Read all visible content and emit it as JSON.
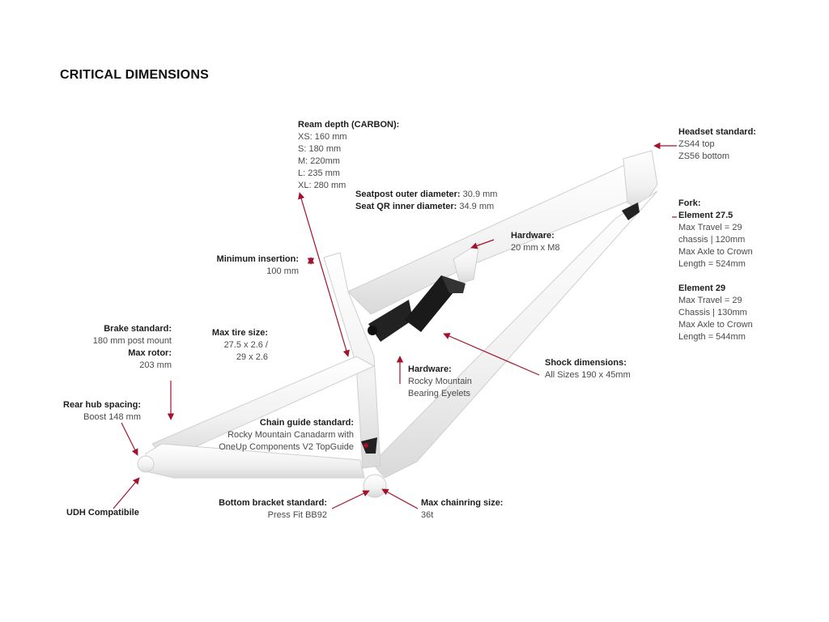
{
  "title": "CRITICAL DIMENSIONS",
  "accent_color": "#a3122a",
  "annotations": {
    "ream_depth": {
      "heading": "Ream depth (CARBON):",
      "lines": [
        "XS:  160 mm",
        "S: 180 mm",
        "M: 220mm",
        "L: 235 mm",
        "XL: 280 mm"
      ]
    },
    "seatpost": {
      "line1_label": "Seatpost outer diameter:",
      "line1_value": " 30.9 mm",
      "line2_label": "Seat QR inner diameter:",
      "line2_value": " 34.9 mm"
    },
    "headset": {
      "heading": "Headset standard:",
      "lines": [
        "ZS44 top",
        "ZS56 bottom"
      ]
    },
    "fork": {
      "heading": "Fork:",
      "sub1": "Element 27.5",
      "lines1": [
        "Max Travel =  29",
        "chassis | 120mm",
        "Max Axle to Crown",
        "Length = 524mm"
      ],
      "sub2": "Element 29",
      "lines2": [
        "Max Travel = 29",
        "Chassis | 130mm",
        "Max Axle to Crown",
        "Length = 544mm"
      ]
    },
    "hardware_top": {
      "heading": "Hardware:",
      "lines": [
        "20 mm x M8"
      ]
    },
    "min_insertion": {
      "heading": "Minimum insertion:",
      "lines": [
        "100 mm"
      ]
    },
    "brake": {
      "heading": "Brake standard:",
      "lines": [
        "180 mm post mount"
      ],
      "heading2": "Max rotor:",
      "lines2": [
        "203 mm"
      ]
    },
    "max_tire": {
      "heading": "Max tire size:",
      "lines": [
        "27.5 x 2.6 /",
        "29 x 2.6"
      ]
    },
    "shock": {
      "heading": "Shock dimensions:",
      "lines": [
        "All Sizes 190 x 45mm"
      ]
    },
    "hardware_bottom": {
      "heading": "Hardware:",
      "lines": [
        "Rocky Mountain",
        "Bearing Eyelets"
      ]
    },
    "rear_hub": {
      "heading": "Rear hub spacing:",
      "lines": [
        "Boost 148 mm"
      ]
    },
    "chain_guide": {
      "heading": "Chain guide standard:",
      "lines": [
        "Rocky Mountain Canadarm with",
        "OneUp Components V2 TopGuide"
      ]
    },
    "udh": {
      "heading": "UDH Compatibile"
    },
    "bottom_bracket": {
      "heading": "Bottom bracket standard:",
      "lines": [
        "Press Fit BB92"
      ]
    },
    "chainring": {
      "heading": "Max chainring size:",
      "lines": [
        "36t"
      ]
    }
  }
}
